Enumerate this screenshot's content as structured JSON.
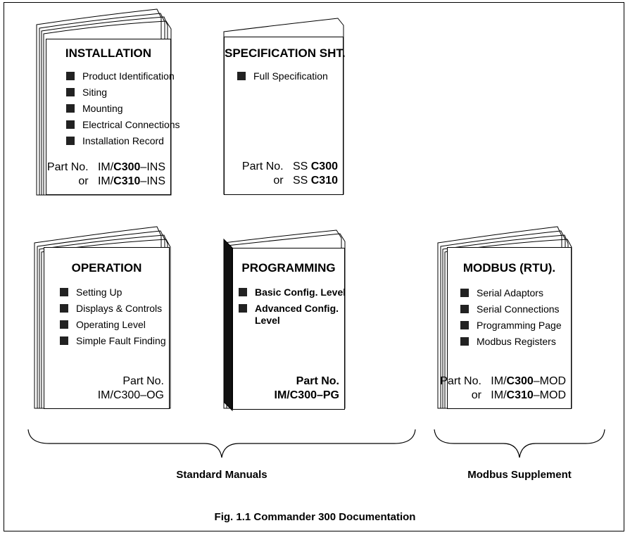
{
  "books": {
    "installation": {
      "title": "INSTALLATION",
      "items": [
        "Product Identification",
        "Siting",
        "Mounting",
        "Electrical Connections",
        "Installation Record"
      ],
      "part_label": "Part No.",
      "part_code_1": {
        "prefix": "IM/",
        "bold": "C300",
        "suffix": "–INS"
      },
      "or_label": "or",
      "part_code_2": {
        "prefix": "IM/",
        "bold": "C310",
        "suffix": "–INS"
      }
    },
    "specification": {
      "title": "SPECIFICATION SHT.",
      "items": [
        "Full Specification"
      ],
      "part_label": "Part No.",
      "part_code_1": {
        "prefix": "SS ",
        "bold": "C300",
        "suffix": ""
      },
      "or_label": "or",
      "part_code_2": {
        "prefix": "SS ",
        "bold": "C310",
        "suffix": ""
      }
    },
    "operation": {
      "title": "OPERATION",
      "items": [
        "Setting Up",
        "Displays & Controls",
        "Operating Level",
        "Simple Fault Finding"
      ],
      "part_label": "Part No.",
      "part_code": "IM/C300–OG"
    },
    "programming": {
      "title": "PROGRAMMING",
      "items": [
        "Basic Config. Level",
        "Advanced Config.",
        "Level"
      ],
      "part_label": "Part No.",
      "part_code": "IM/C300–PG"
    },
    "modbus": {
      "title": "MODBUS (RTU).",
      "items": [
        "Serial Adaptors",
        "Serial Connections",
        "Programming Page",
        "Modbus Registers"
      ],
      "part_label": "Part No.",
      "part_code_1": {
        "prefix": "IM/",
        "bold": "C300",
        "suffix": "–MOD"
      },
      "or_label": "or",
      "part_code_2": {
        "prefix": "IM/",
        "bold": "C310",
        "suffix": "–MOD"
      }
    }
  },
  "groups": {
    "standard": "Standard Manuals",
    "modbus": "Modbus Supplement"
  },
  "caption": "Fig. 1.1 Commander 300 Documentation"
}
